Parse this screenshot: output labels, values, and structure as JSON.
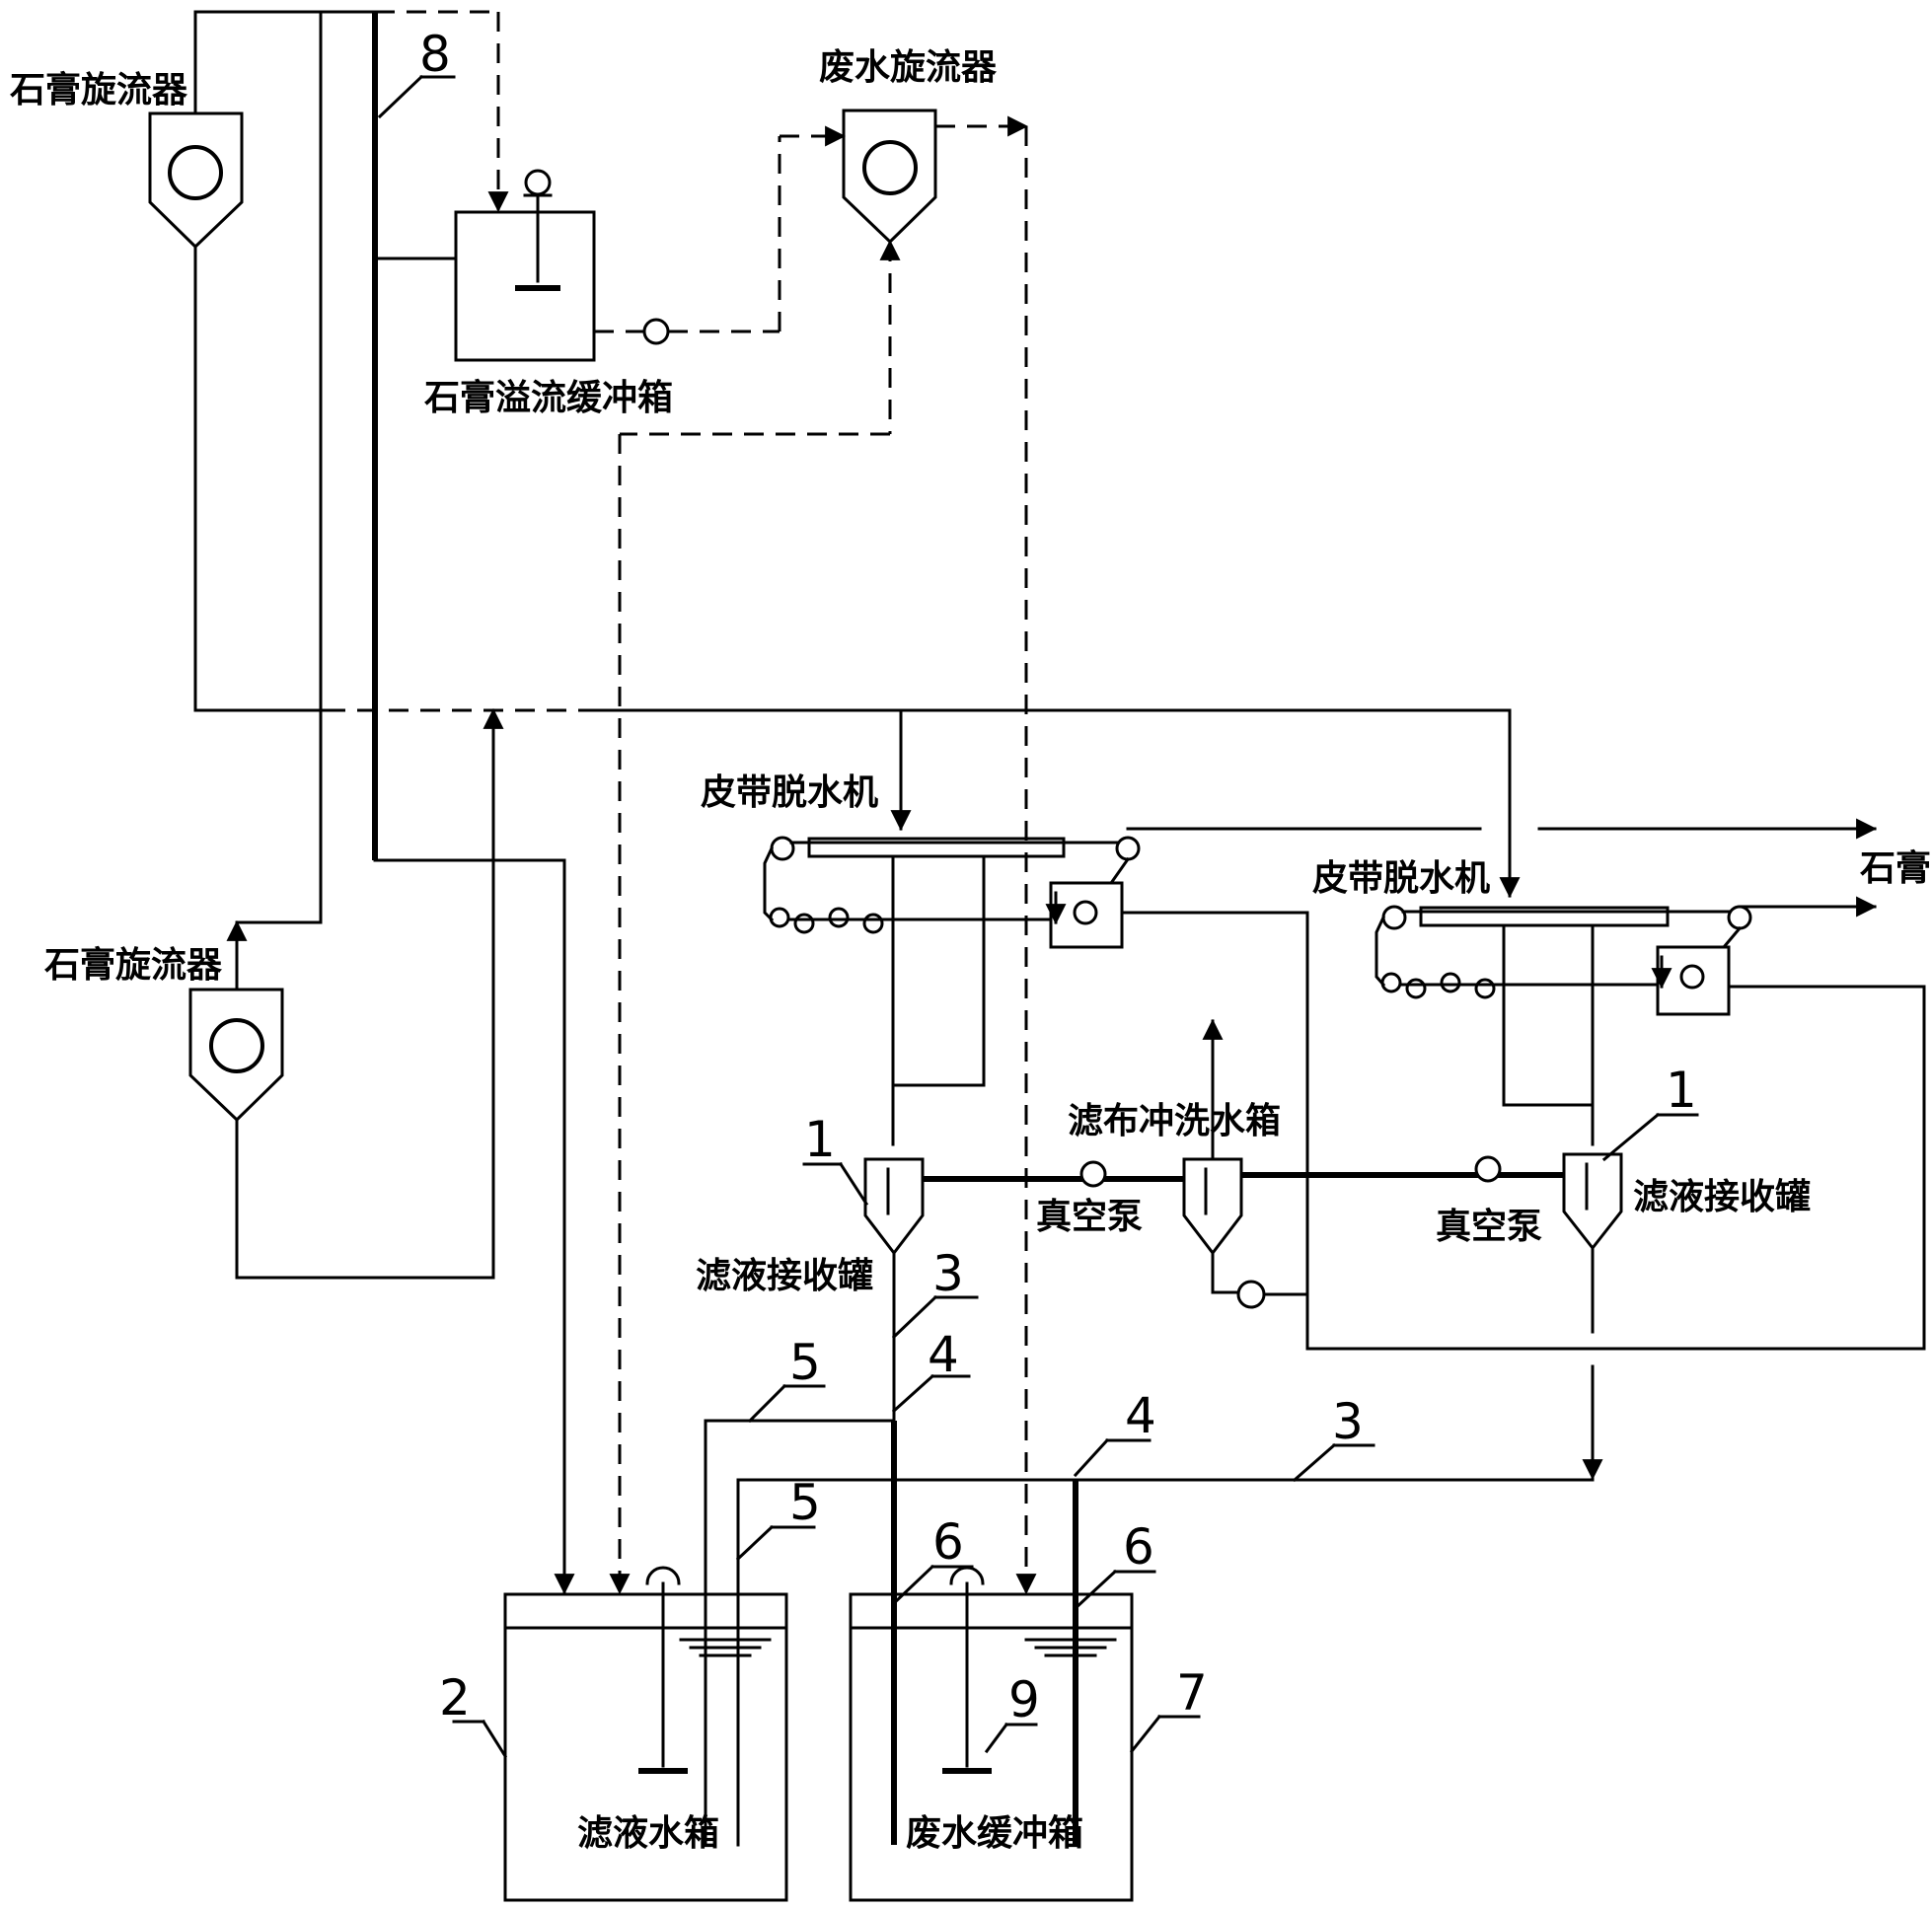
{
  "labels": {
    "gypsum_cyclone_top": "石膏旋流器",
    "gypsum_cyclone_left": "石膏旋流器",
    "wastewater_cyclone": "废水旋流器",
    "gypsum_overflow_tank": "石膏溢流缓冲箱",
    "belt_filter_1": "皮带脱水机",
    "belt_filter_2": "皮带脱水机",
    "gypsum_product": "石膏",
    "cloth_wash_tank": "滤布冲洗水箱",
    "vacuum_pump_1": "真空泵",
    "vacuum_pump_2": "真空泵",
    "filtrate_receiver_1": "滤液接收罐",
    "filtrate_receiver_2": "滤液接收罐",
    "filtrate_tank": "滤液水箱",
    "wastewater_buffer_tank": "废水缓冲箱"
  },
  "callouts": {
    "n1a": "1",
    "n1b": "1",
    "n2": "2",
    "n3a": "3",
    "n3b": "3",
    "n4a": "4",
    "n4b": "4",
    "n5a": "5",
    "n5b": "5",
    "n6a": "6",
    "n6b": "6",
    "n7": "7",
    "n8": "8",
    "n9": "9"
  }
}
